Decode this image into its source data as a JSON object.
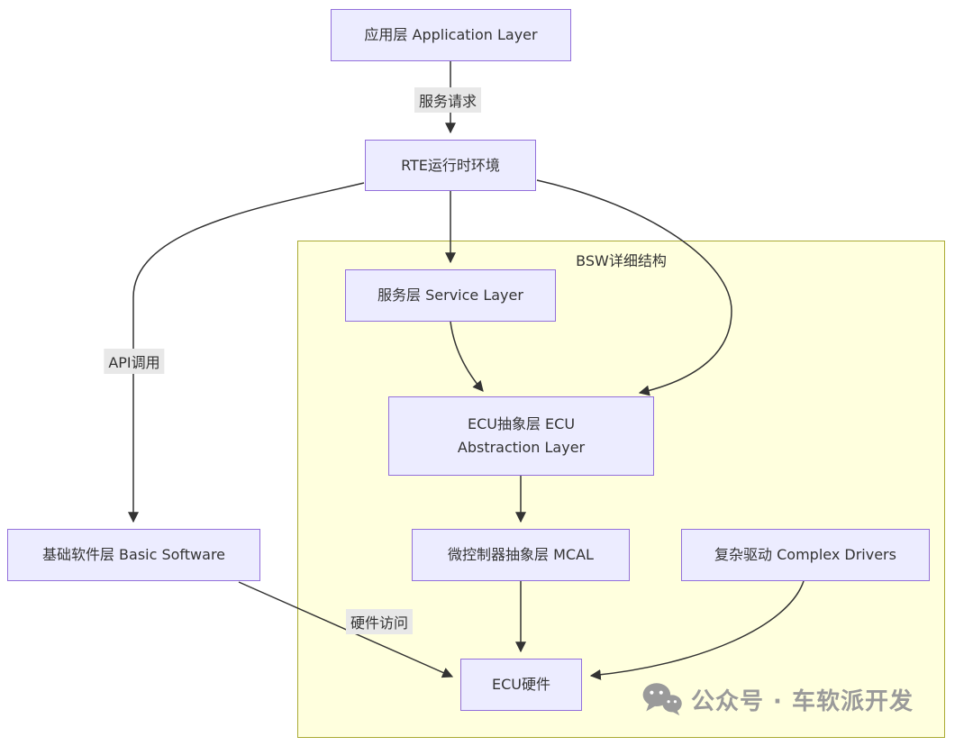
{
  "diagram": {
    "nodes": {
      "app_layer": {
        "label": "应用层 Application Layer"
      },
      "rte": {
        "label": "RTE运行时环境"
      },
      "service_layer": {
        "label": "服务层 Service Layer"
      },
      "ecu_abstraction": {
        "label_line1": "ECU抽象层 ECU",
        "label_line2": "Abstraction Layer"
      },
      "bsw": {
        "label": "基础软件层 Basic Software"
      },
      "mcal": {
        "label": "微控制器抽象层 MCAL"
      },
      "complex_drivers": {
        "label": "复杂驱动 Complex Drivers"
      },
      "ecu_hardware": {
        "label": "ECU硬件"
      }
    },
    "container": {
      "label": "BSW详细结构"
    },
    "edge_labels": {
      "service_request": "服务请求",
      "api_call": "API调用",
      "hardware_access": "硬件访问"
    },
    "watermark": "公众号 · 车软派开发",
    "colors": {
      "node_fill": "#ECECFF",
      "node_border": "#9370DB",
      "container_fill": "#FFFFDE",
      "container_border": "#AAAA33",
      "label_bg": "#e8e8e8",
      "edge": "#333333",
      "text": "#333333",
      "watermark": "#9a9a9a"
    }
  }
}
